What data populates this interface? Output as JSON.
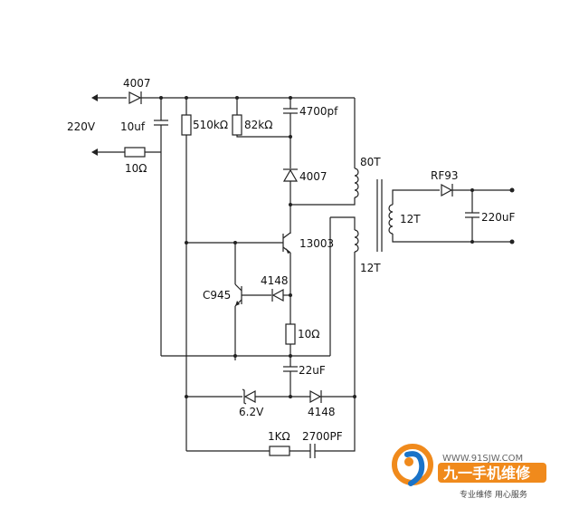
{
  "labels": {
    "d_input": "4007",
    "v_ac": "220V",
    "c_input": "10uf",
    "r_input": "10Ω",
    "r_510": "510kΩ",
    "r_82": "82kΩ",
    "c_snub": "4700pf",
    "d_snub": "4007",
    "primary_turns": "80T",
    "feedback_turns": "12T",
    "secondary_turns": "12T",
    "d_out": "RF93",
    "c_out": "220uF",
    "q_main": "13003",
    "q_ctrl": "C945",
    "d_4148_mid": "4148",
    "r_emitter": "10Ω",
    "c_22": "22uF",
    "zener": "6.2V",
    "d_4148_bot": "4148",
    "r_1k": "1KΩ",
    "c_2700": "2700PF"
  },
  "watermark": {
    "url": "WWW.91SJW.COM",
    "brand": "九一手机维修",
    "slogan": "专业维修  用心服务"
  },
  "colors": {
    "wire": "#222222",
    "brand_orange": "#f08a1c",
    "brand_blue": "#1a73c8"
  }
}
